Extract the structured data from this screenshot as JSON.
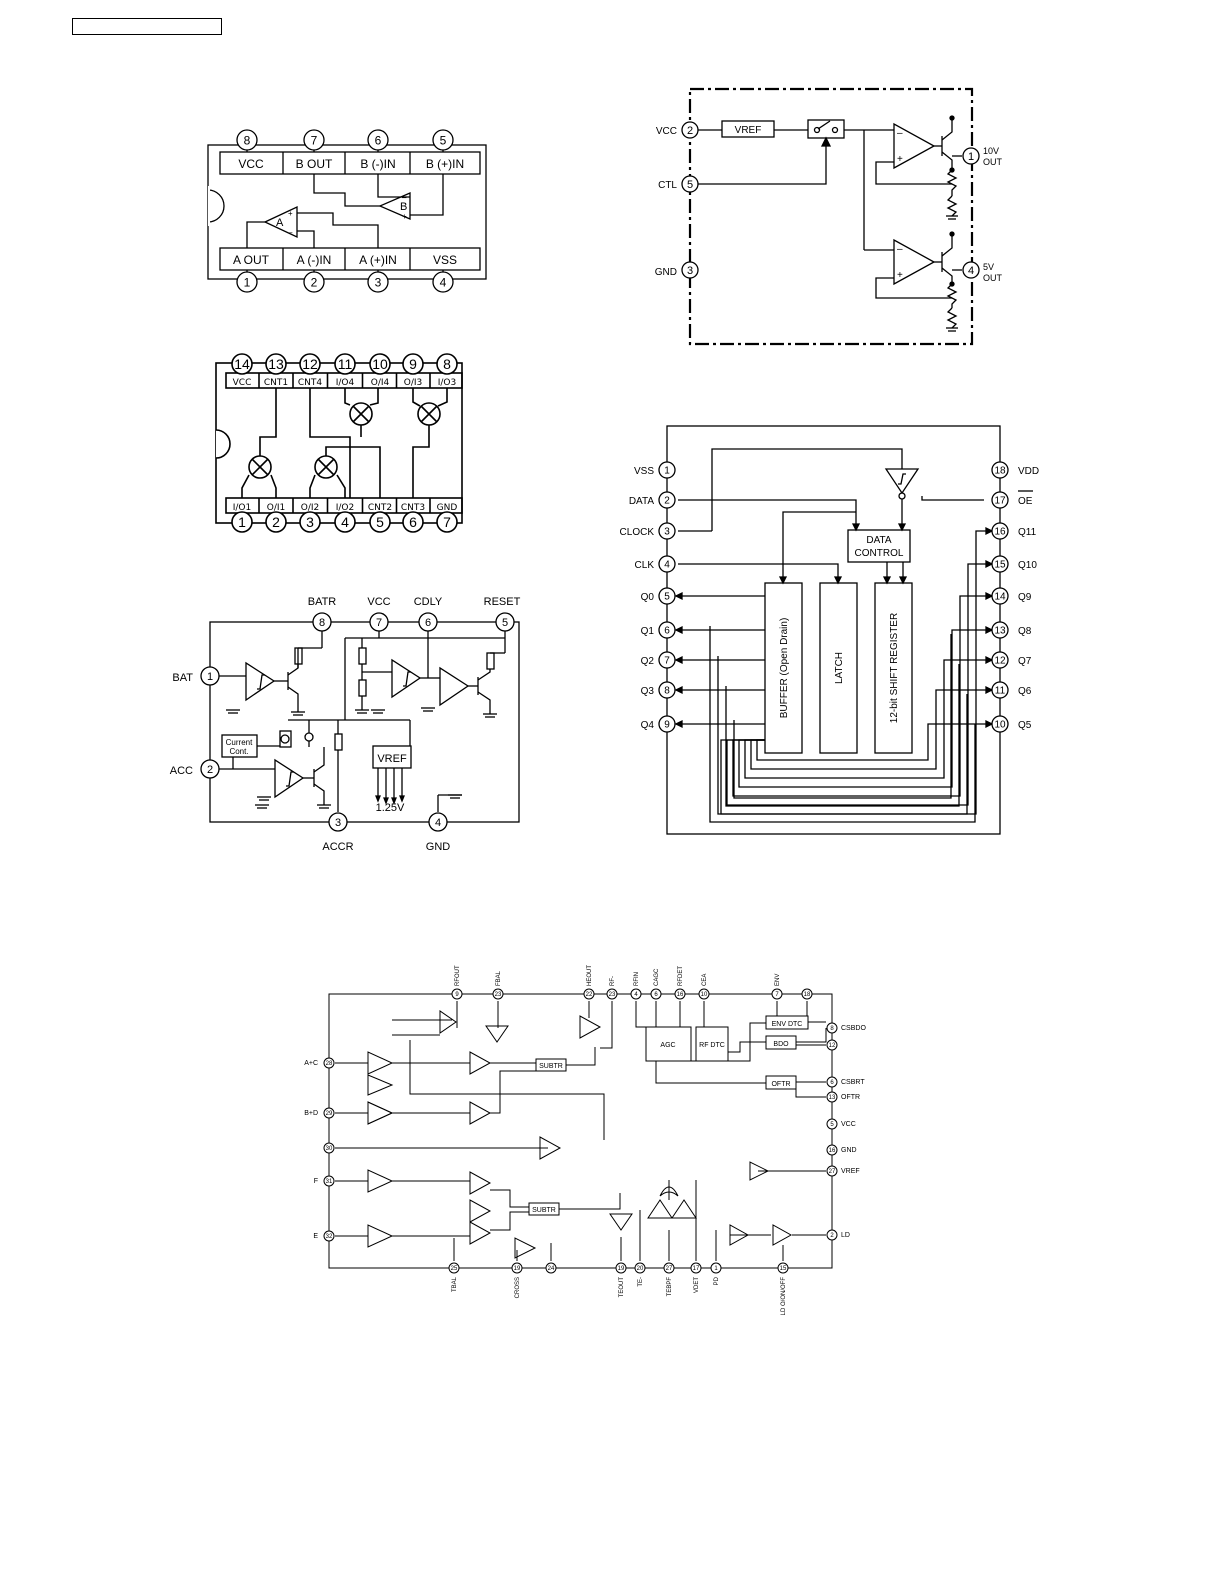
{
  "d1": {
    "pins": [
      "8",
      "7",
      "6",
      "5",
      "1",
      "2",
      "3",
      "4"
    ],
    "top_labels": [
      "VCC",
      "B OUT",
      "B (-)IN",
      "B (+)IN"
    ],
    "bot_labels": [
      "A OUT",
      "A (-)IN",
      "A (+)IN",
      "VSS"
    ],
    "amp_a": "A",
    "amp_b": "B"
  },
  "d2": {
    "pins": [
      "VCC",
      "CTL",
      "GND"
    ],
    "pin_nums": [
      "2",
      "5",
      "3",
      "1",
      "4"
    ],
    "vref": "VREF",
    "out10": "10V",
    "out5": "5V",
    "out": "OUT"
  },
  "d3": {
    "top_nums": [
      "14",
      "13",
      "12",
      "11",
      "10",
      "9",
      "8"
    ],
    "top_labels": [
      "VCC",
      "CNT1",
      "CNT4",
      "I/O4",
      "O/I4",
      "O/I3",
      "I/O3"
    ],
    "bot_labels": [
      "I/O1",
      "O/I1",
      "O/I2",
      "I/O2",
      "CNT2",
      "CNT3",
      "GND"
    ],
    "bot_nums": [
      "1",
      "2",
      "3",
      "4",
      "5",
      "6",
      "7"
    ]
  },
  "d4": {
    "top_labels": [
      "BATR",
      "VCC",
      "CDLY",
      "RESET"
    ],
    "top_nums": [
      "8",
      "7",
      "6",
      "5"
    ],
    "left_labels": [
      "BAT",
      "ACC"
    ],
    "left_nums": [
      "1",
      "2"
    ],
    "bot_nums": [
      "3",
      "4"
    ],
    "bot_labels": [
      "ACCR",
      "GND"
    ],
    "current_cont": [
      "Current",
      "Cont."
    ],
    "vref": "VREF",
    "vref_val": "1.25V"
  },
  "d5": {
    "left_labels": [
      "VSS",
      "DATA",
      "CLOCK",
      "CLK",
      "Q0",
      "Q1",
      "Q2",
      "Q3",
      "Q4"
    ],
    "left_nums": [
      "1",
      "2",
      "3",
      "4",
      "5",
      "6",
      "7",
      "8",
      "9"
    ],
    "right_labels": [
      "VDD",
      "OE",
      "Q11",
      "Q10",
      "Q9",
      "Q8",
      "Q7",
      "Q6",
      "Q5"
    ],
    "right_nums": [
      "18",
      "17",
      "16",
      "15",
      "14",
      "13",
      "12",
      "11",
      "10"
    ],
    "data_control": [
      "DATA",
      "CONTROL"
    ],
    "buffer": "BUFFER (Open Drain)",
    "latch": "LATCH",
    "shift": "12-bit SHIFT REGISTER"
  },
  "d6": {
    "top_labels": [
      "RFOUT",
      "FBAL",
      "HEOUT",
      "RF-",
      "RFIN",
      "CAGC",
      "RFDET",
      "CEA",
      "ENV"
    ],
    "top_nums": [
      "9",
      "23",
      "22",
      "23",
      "4",
      "6",
      "10",
      "7",
      "18"
    ],
    "left_labels": [
      "A+C",
      "B+D",
      "F",
      "E"
    ],
    "left_nums": [
      "28",
      "29",
      "30",
      "31",
      "32"
    ],
    "right_labels": [
      "CSBDO",
      "CSBRT",
      "OFTR",
      "VCC",
      "GND",
      "VREF",
      "LD"
    ],
    "right_nums": [
      "8",
      "12",
      "5",
      "13",
      "5",
      "16",
      "27",
      "2"
    ],
    "bot_labels": [
      "TBAL",
      "CROSS",
      "TEOUT",
      "TE-",
      "TEBPF",
      "VDET",
      "PD",
      "LD O/ON/OFF"
    ],
    "bot_nums": [
      "25",
      "19",
      "24",
      "19",
      "20",
      "21",
      "17",
      "1",
      "15"
    ],
    "blocks": [
      "ENV DTC",
      "BDO",
      "OFTR",
      "AGC",
      "RF DTC",
      "SUBTR",
      "SUBTR"
    ]
  }
}
